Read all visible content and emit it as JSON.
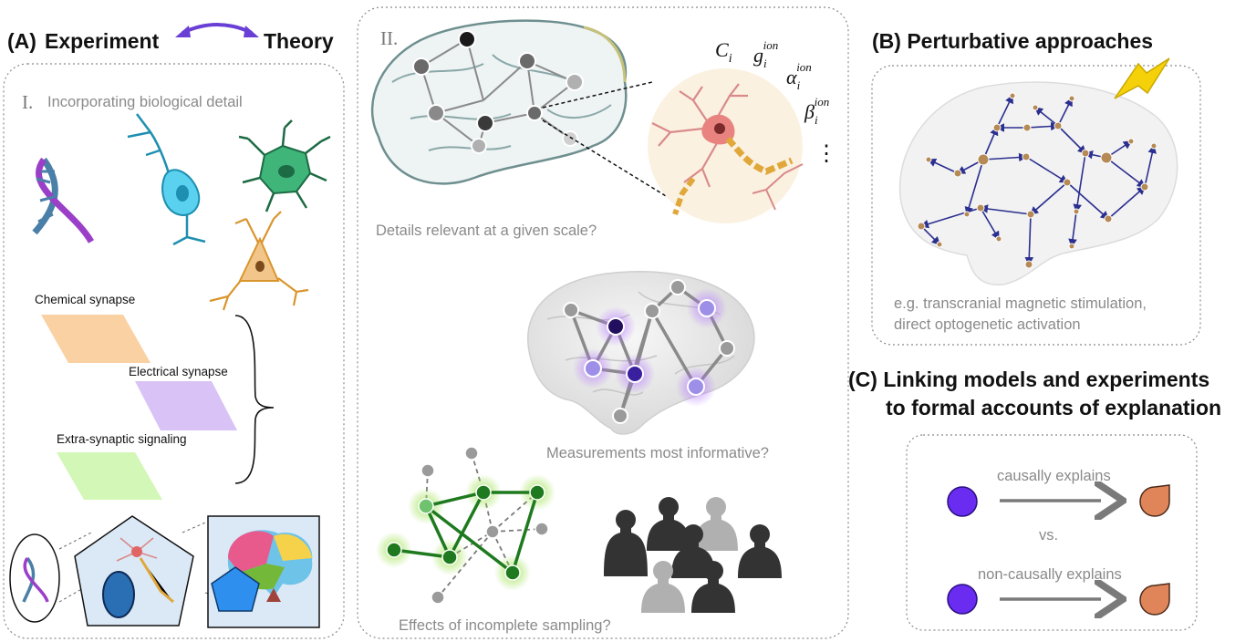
{
  "panel_a": {
    "title_prefix": "(A)",
    "title_left": "Experiment",
    "title_right": "Theory",
    "section_numeral": "I.",
    "section_title": "Incorporating biological detail",
    "chemical_synapse": "Chemical synapse",
    "electrical_synapse": "Electrical synapse",
    "extra_synaptic": "Extra-synaptic signaling"
  },
  "panel_mid": {
    "section_numeral": "II.",
    "q_scale": "Details relevant at a given scale?",
    "q_measurements": "Measurements most informative?",
    "q_sampling": "Effects of incomplete sampling?",
    "params": {
      "c_base": "C",
      "c_sub": "i",
      "g_base": "g",
      "g_sub": "i",
      "g_sup": "ion",
      "alpha_base": "α",
      "alpha_sub": "i",
      "alpha_sup": "ion",
      "beta_base": "β",
      "beta_sub": "i",
      "beta_sup": "ion",
      "vdots": "⋮"
    }
  },
  "panel_b": {
    "title": "(B) Perturbative approaches",
    "caption_line1": "e.g. transcranial magnetic stimulation,",
    "caption_line2": "direct optogenetic activation"
  },
  "panel_c": {
    "title_line1": "(C) Linking models and experiments",
    "title_line2": "to formal accounts of explanation",
    "causal": "causally explains",
    "vs": "vs.",
    "noncausal": "non-causally explains"
  },
  "colors": {
    "accent_purple": "#6a3fd6",
    "cause_purple": "#6a2cf0",
    "effect_orange": "#e0855a",
    "arrow_navy": "#2b2f8f",
    "node_brown": "#b58a55",
    "green_net": "#1f7a1f",
    "box_border": "#8a8a8a"
  },
  "icons": [
    "dna-icon",
    "neuron-icon",
    "astrocyte-icon",
    "pyramidal-neuron-icon",
    "lightning-bolt-icon",
    "person-icon",
    "brain-icon"
  ]
}
